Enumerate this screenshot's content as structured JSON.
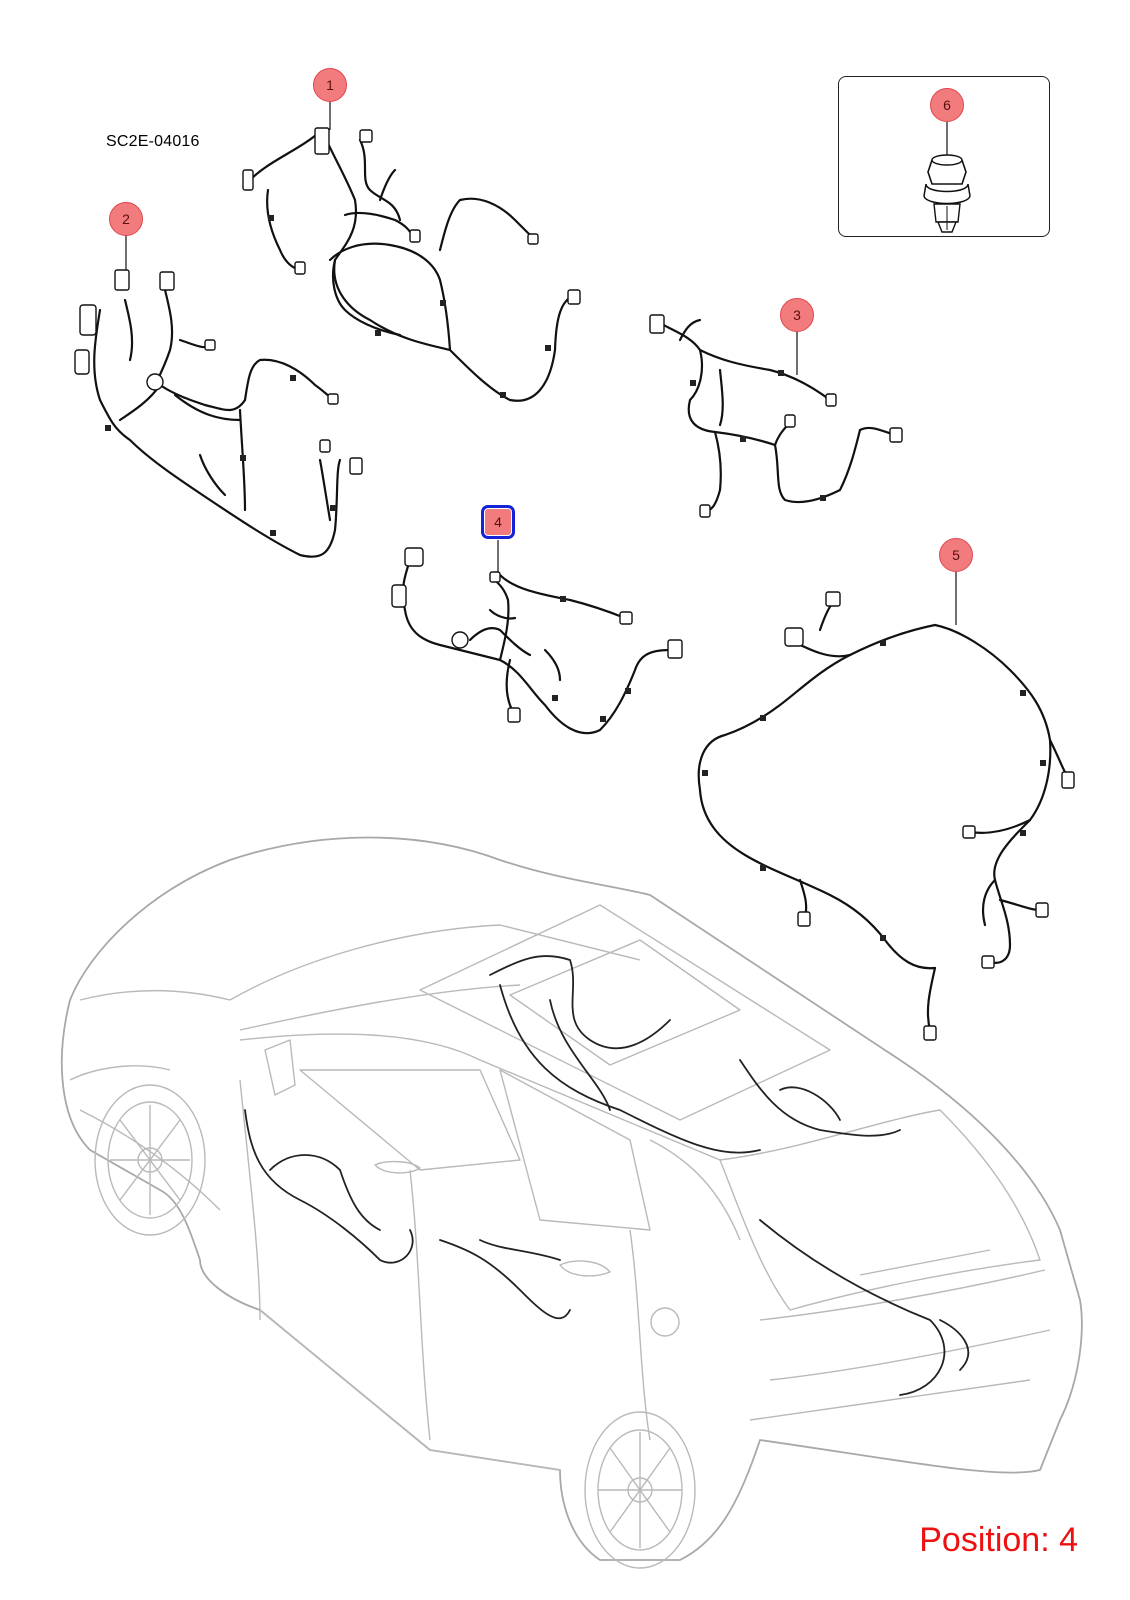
{
  "document_code": "SC2E-04016",
  "callouts": [
    {
      "id": "1",
      "label": "1"
    },
    {
      "id": "2",
      "label": "2"
    },
    {
      "id": "3",
      "label": "3"
    },
    {
      "id": "4",
      "label": "4",
      "selected": true
    },
    {
      "id": "5",
      "label": "5"
    },
    {
      "id": "6",
      "label": "6"
    }
  ],
  "position_label": "Position: 4",
  "colors": {
    "callout_fill": "#f27b7e",
    "selection_outline": "#1523d8",
    "position_text": "#ee1111",
    "harness": "#111111",
    "vehicle_outline": "#b9b9b9"
  }
}
